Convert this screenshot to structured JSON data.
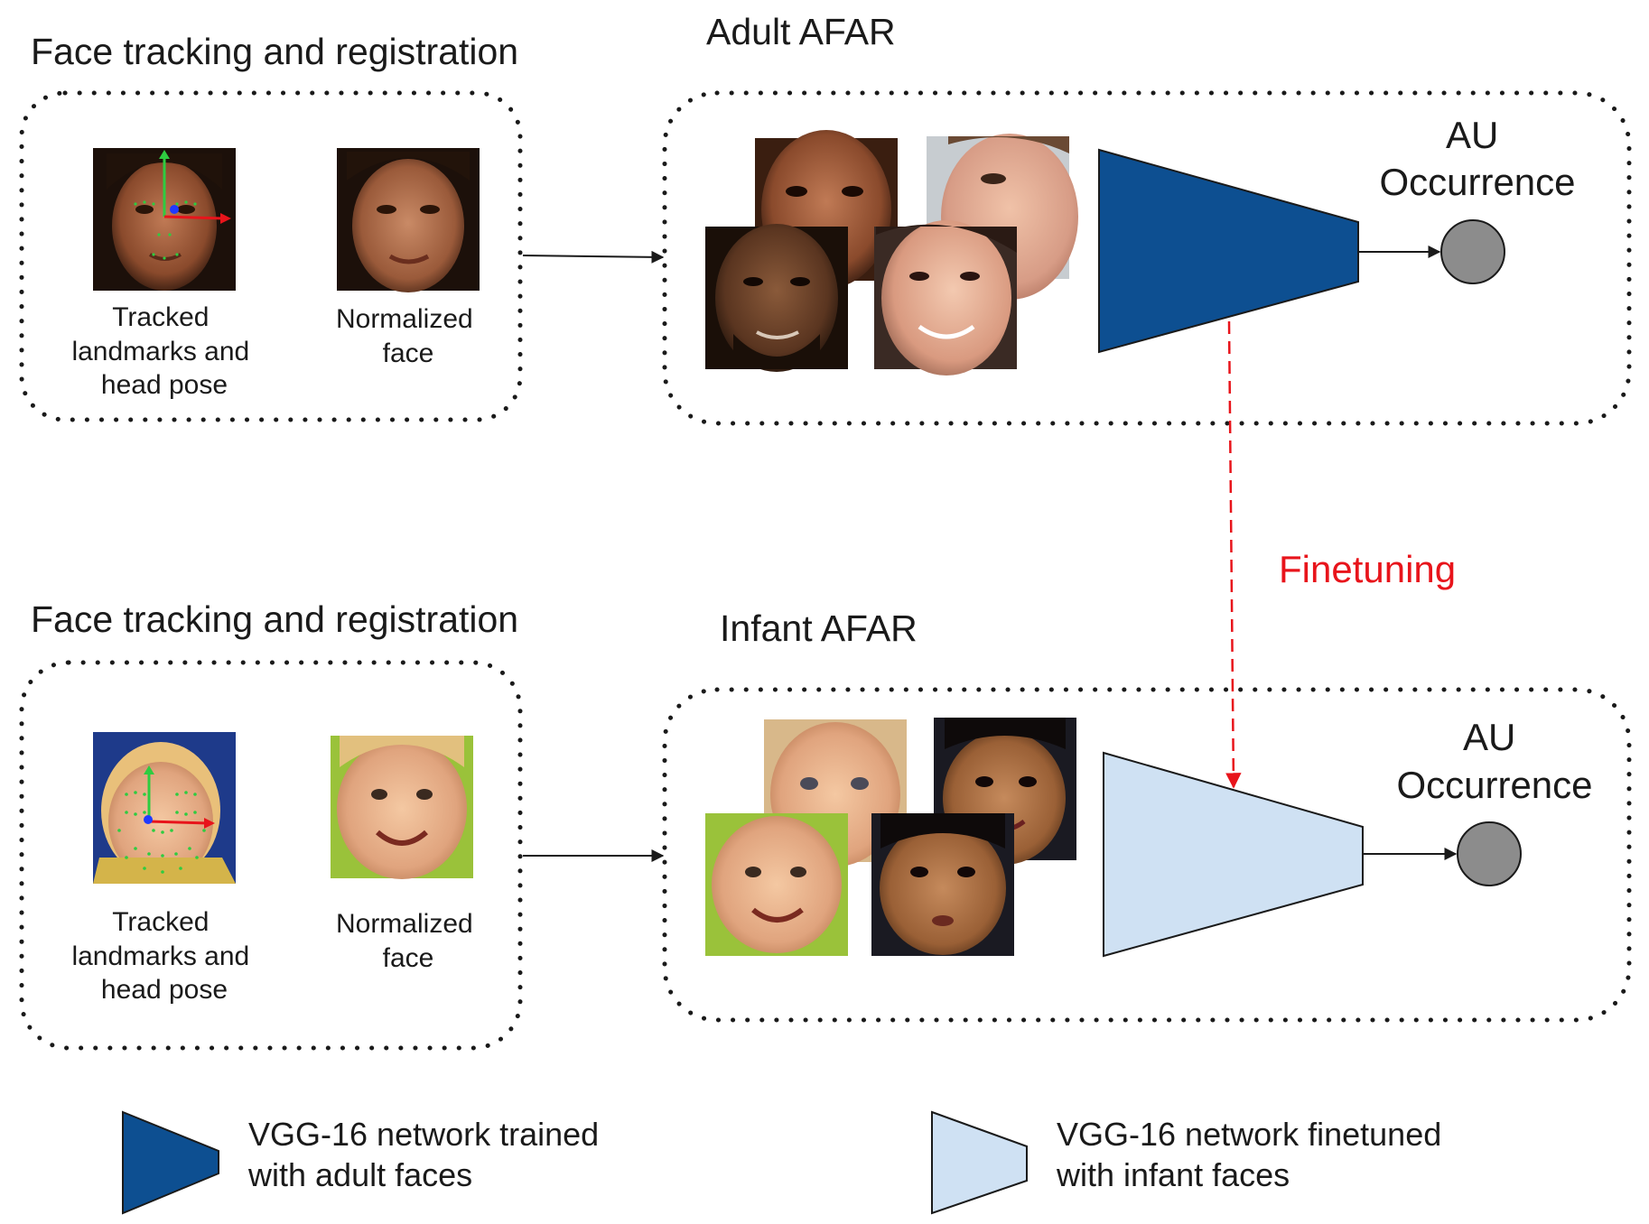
{
  "top": {
    "tracking_title": "Face tracking and registration",
    "afar_title": "Adult AFAR",
    "tracked_caption": [
      "Tracked",
      "landmarks and",
      "head pose"
    ],
    "normalized_caption": [
      "Normalized",
      "face"
    ],
    "au_label": [
      "AU",
      "Occurrence"
    ]
  },
  "bottom": {
    "tracking_title": "Face tracking and registration",
    "afar_title": "Infant AFAR",
    "tracked_caption": [
      "Tracked",
      "landmarks and",
      "head pose"
    ],
    "normalized_caption": [
      "Normalized",
      "face"
    ],
    "au_label": [
      "AU",
      "Occurrence"
    ]
  },
  "finetuning_label": "Finetuning",
  "legend": {
    "adult": [
      "VGG-16 network trained",
      "with adult faces"
    ],
    "infant": [
      "VGG-16 network finetuned",
      "with infant faces"
    ]
  },
  "colors": {
    "adult_network": "#0d4f91",
    "infant_network": "#cfe1f3",
    "finetuning": "#e8141b",
    "au_node": "#8c8c8c"
  }
}
